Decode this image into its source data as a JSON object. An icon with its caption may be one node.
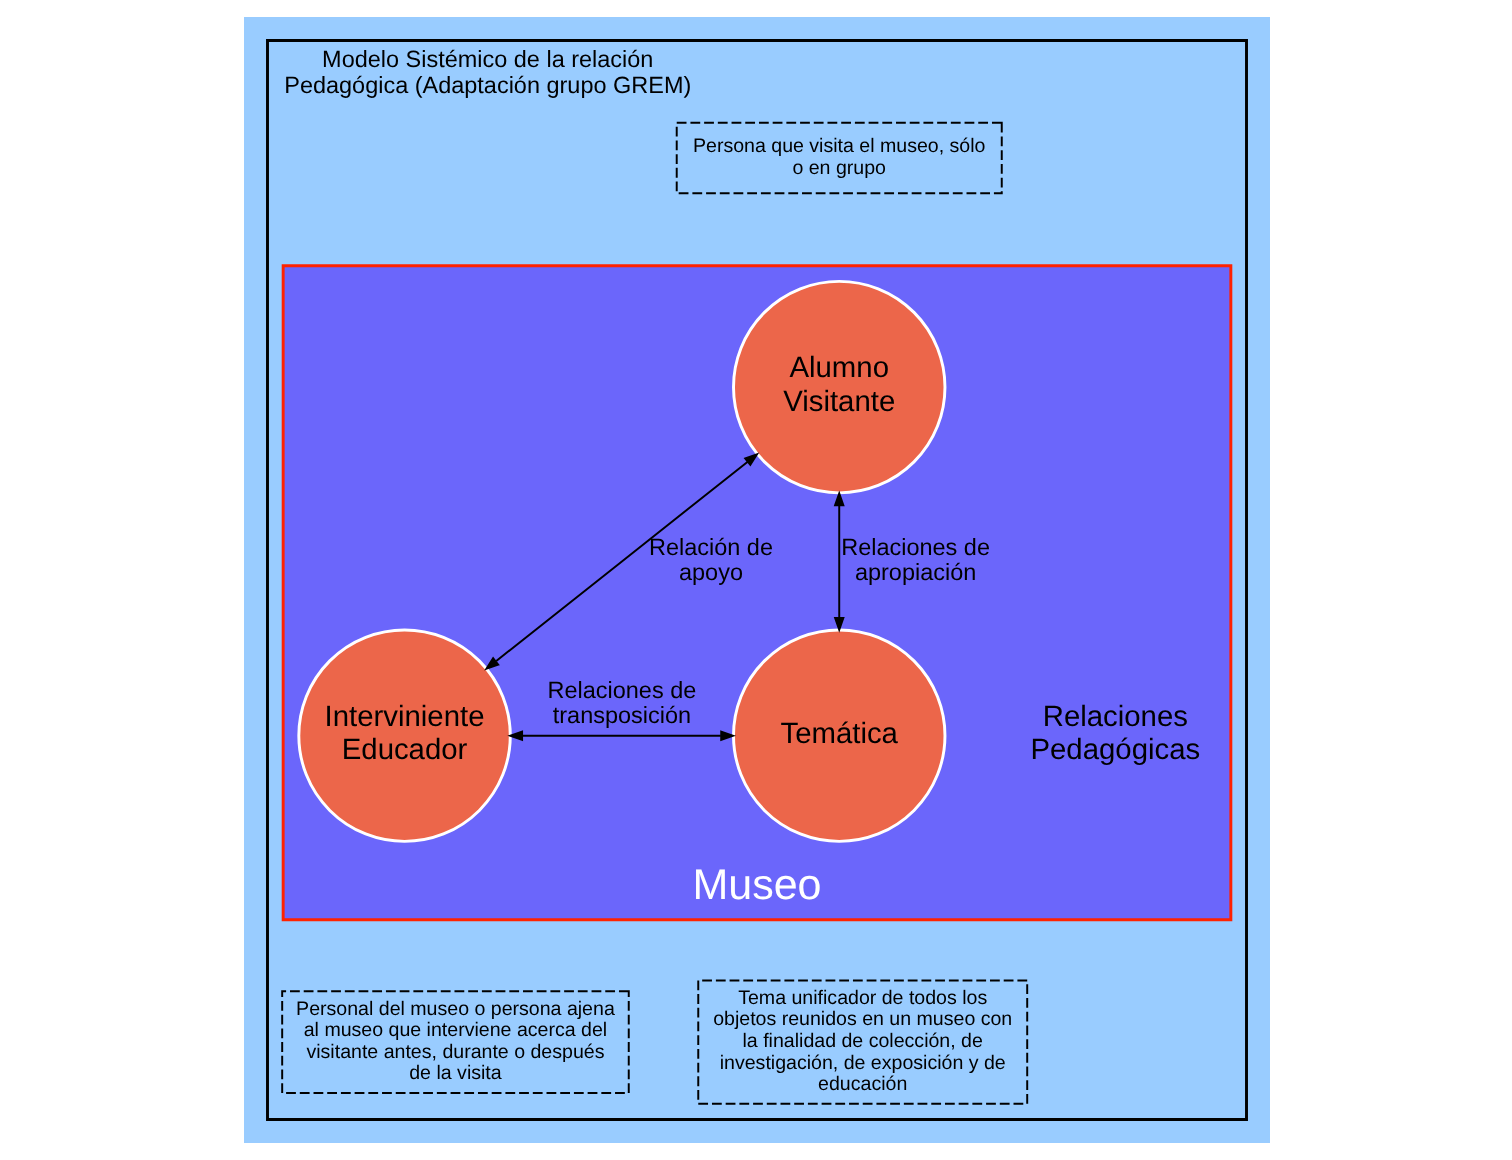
{
  "diagram": {
    "nodes": [
      {
        "text": [
          "Modelo Sistémico de la relación Pedagógica (Adaptación grupo GREM)"
        ]
      },
      {
        "text": [
          "Museo"
        ],
        "in": 0
      },
      {
        "text": [
          "Alumno Visitante"
        ],
        "in": 1
      },
      {
        "text": [
          "Interviniente Educador"
        ],
        "in": 1
      },
      {
        "text": [
          "Temática"
        ],
        "in": 1
      },
      {
        "text": [
          "Persona que visita el museo, sólo o en grupo"
        ],
        "in": 0
      },
      {
        "text": [
          "Personal del museo o persona ajena al museo que interviene acerca del visitante antes, durante o después de la visita"
        ],
        "in": 0
      },
      {
        "text": [
          "Tema unificador de todos los objetos reunidos en un museo con la finalidad de colección, de investigación, de exposición y de educación"
        ],
        "in": 0
      }
    ],
    "edges": [
      {
        "from": 2,
        "to": 3,
        "arrow": "both",
        "label": "Relación de apoyo"
      },
      {
        "from": 2,
        "to": 4,
        "arrow": "both",
        "label": "Relaciones de apropiación"
      },
      {
        "from": 3,
        "to": 4,
        "arrow": "both",
        "label": "Relaciones de transposición"
      }
    ],
    "labels": [
      "Relaciones Pedagógicas"
    ]
  }
}
